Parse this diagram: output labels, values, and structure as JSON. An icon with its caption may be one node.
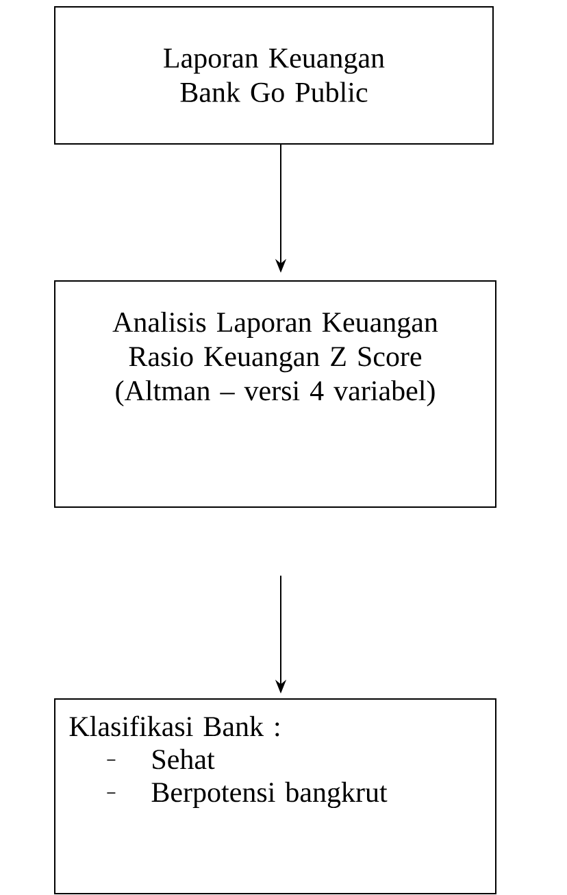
{
  "diagram": {
    "nodes": [
      {
        "text": [
          "Laporan Keuangan Bank Go Public"
        ]
      },
      {
        "text": [
          "Analisis Laporan Keuangan",
          "Rasio Keuangan Z Score",
          "(Altman – versi 4 variabel)"
        ]
      },
      {
        "text": [
          "Klasifikasi Bank :",
          "Sehat",
          "Berpotensi bangkrut"
        ]
      }
    ],
    "edges": [
      {
        "from": 0,
        "to": 1,
        "arrow": "to"
      },
      {
        "from": 1,
        "to": 2,
        "arrow": "to"
      }
    ]
  }
}
